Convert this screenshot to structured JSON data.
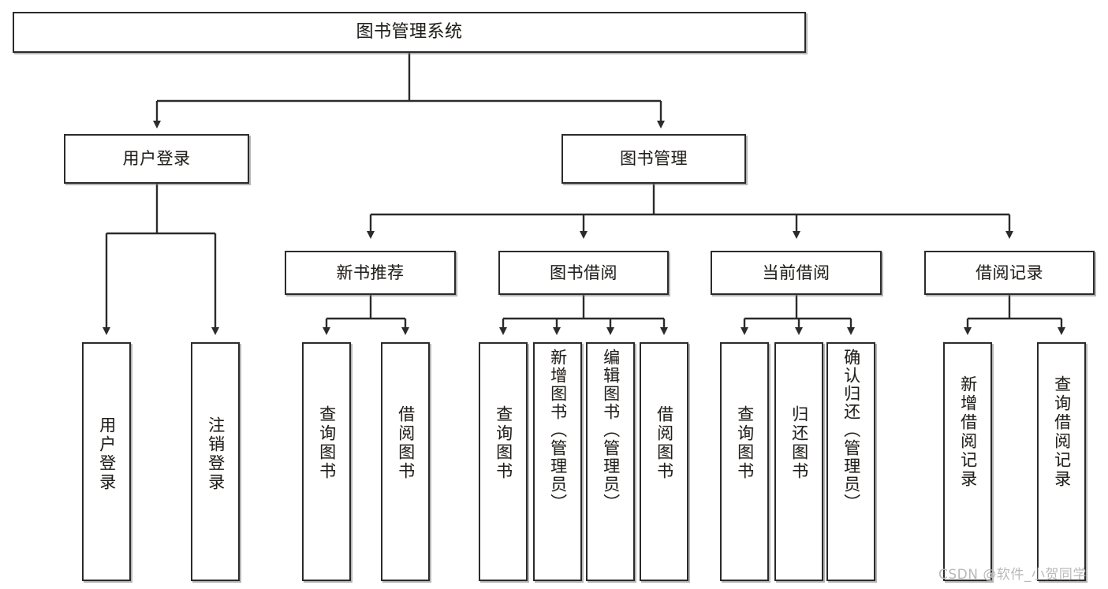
{
  "diagram": {
    "title": "图书管理系统",
    "type": "hierarchy-tree",
    "watermark": "CSDN @软件_小贺同学",
    "colors": {
      "border": "#2b2b2b",
      "background": "#ffffff",
      "text": "#1f1f1f",
      "watermark": "#b9b9b9"
    },
    "levels": {
      "level1": [
        {
          "id": "root",
          "label": "图书管理系统"
        }
      ],
      "level2": [
        {
          "id": "user-login",
          "label": "用户登录"
        },
        {
          "id": "book-management",
          "label": "图书管理"
        }
      ],
      "level3": [
        {
          "id": "new-book-recommend",
          "label": "新书推荐"
        },
        {
          "id": "book-borrow",
          "label": "图书借阅"
        },
        {
          "id": "current-borrow",
          "label": "当前借阅"
        },
        {
          "id": "borrow-record",
          "label": "借阅记录"
        }
      ],
      "level4": [
        {
          "id": "leaf-user-login",
          "label": "用户登录",
          "parent": "user-login"
        },
        {
          "id": "leaf-logout-login",
          "label": "注销登录",
          "parent": "user-login"
        },
        {
          "id": "leaf-query-book-1",
          "label": "查询图书",
          "parent": "new-book-recommend"
        },
        {
          "id": "leaf-borrow-book-1",
          "label": "借阅图书",
          "parent": "new-book-recommend"
        },
        {
          "id": "leaf-query-book-2",
          "label": "查询图书",
          "parent": "book-borrow"
        },
        {
          "id": "leaf-add-book",
          "label": "新增图书（管理员）",
          "parent": "book-borrow"
        },
        {
          "id": "leaf-edit-book",
          "label": "编辑图书（管理员）",
          "parent": "book-borrow"
        },
        {
          "id": "leaf-borrow-book-2",
          "label": "借阅图书",
          "parent": "book-borrow"
        },
        {
          "id": "leaf-query-book-3",
          "label": "查询图书",
          "parent": "current-borrow"
        },
        {
          "id": "leaf-return-book",
          "label": "归还图书",
          "parent": "current-borrow"
        },
        {
          "id": "leaf-confirm-return",
          "label": "确认归还（管理员）",
          "parent": "current-borrow"
        },
        {
          "id": "leaf-add-record",
          "label": "新增借阅记录",
          "parent": "borrow-record"
        },
        {
          "id": "leaf-query-record",
          "label": "查询借阅记录",
          "parent": "borrow-record"
        }
      ]
    }
  }
}
